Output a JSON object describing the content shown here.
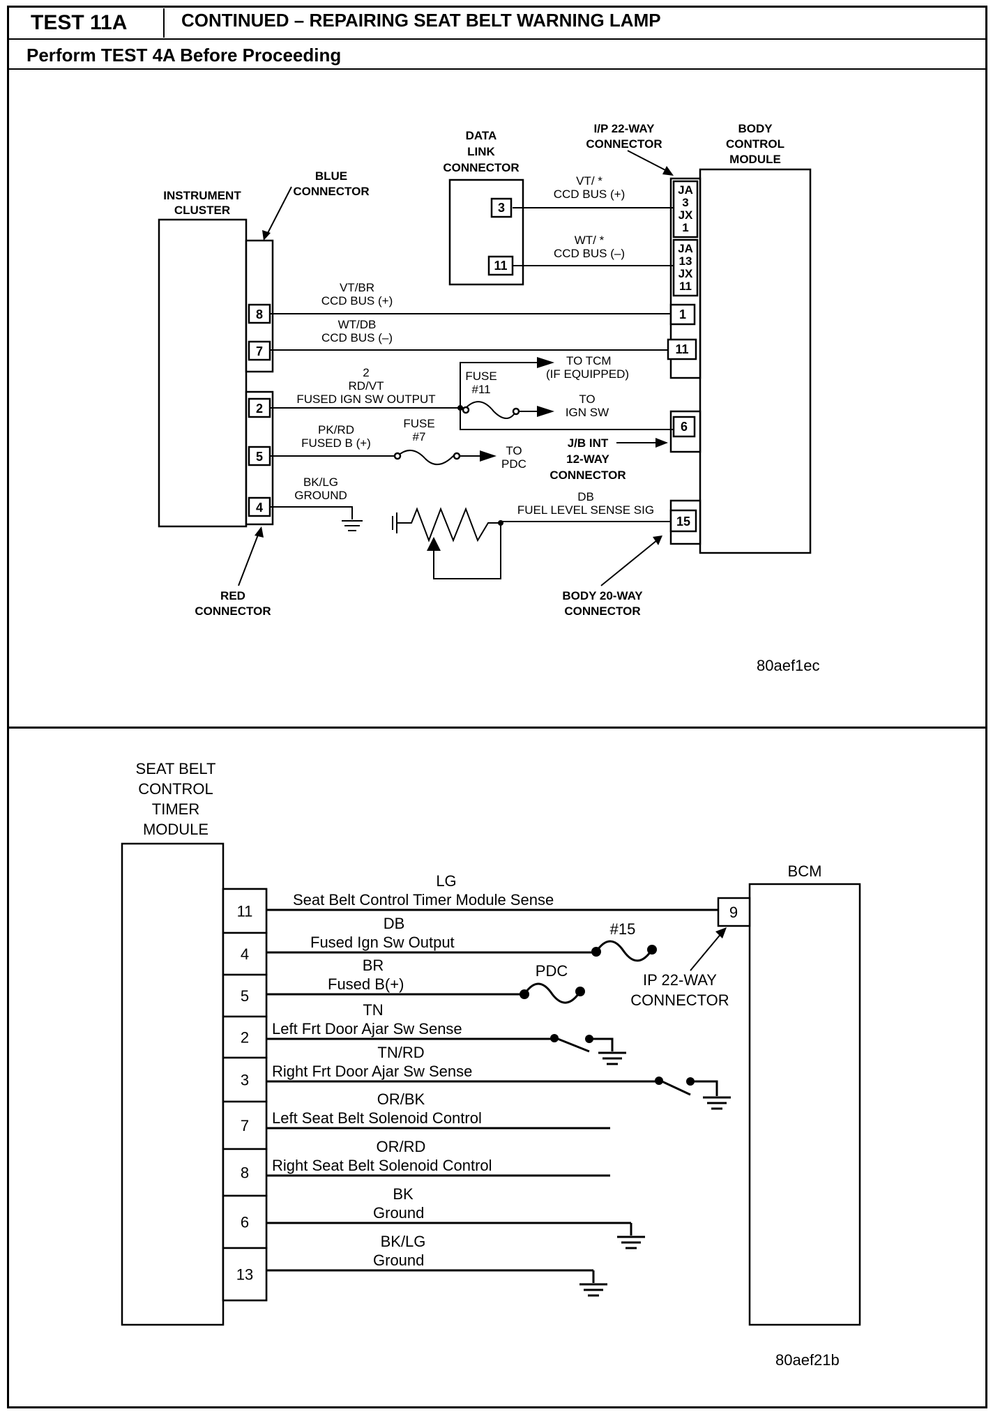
{
  "header": {
    "test_id": "TEST 11A",
    "title": "CONTINUED – REPAIRING SEAT BELT WARNING LAMP",
    "subheader": "Perform TEST 4A Before Proceeding"
  },
  "diagram1": {
    "code": "80aef1ec",
    "labels": {
      "instrument_cluster": [
        "INSTRUMENT",
        "CLUSTER"
      ],
      "blue_connector": [
        "BLUE",
        "CONNECTOR"
      ],
      "red_connector": [
        "RED",
        "CONNECTOR"
      ],
      "data_link_connector": [
        "DATA",
        "LINK",
        "CONNECTOR"
      ],
      "ip_connector": [
        "I/P 22-WAY",
        "CONNECTOR"
      ],
      "bcm": [
        "BODY",
        "CONTROL",
        "MODULE"
      ],
      "fuse11": [
        "FUSE",
        "#11"
      ],
      "fuse7": [
        "FUSE",
        "#7"
      ],
      "to_tcm": [
        "TO TCM",
        "(IF EQUIPPED)"
      ],
      "to_ign": [
        "TO",
        "IGN SW"
      ],
      "to_pdc": [
        "TO",
        "PDC"
      ],
      "jb_connector": [
        "J/B INT",
        "12-WAY",
        "CONNECTOR"
      ],
      "body_connector": [
        "BODY 20-WAY",
        "CONNECTOR"
      ]
    },
    "wires": {
      "dlc_pos": [
        "VT/ *",
        "CCD BUS (+)"
      ],
      "dlc_neg": [
        "WT/ *",
        "CCD BUS (–)"
      ],
      "ic_pos": [
        "VT/BR",
        "CCD BUS (+)"
      ],
      "ic_neg": [
        "WT/DB",
        "CCD BUS (–)"
      ],
      "ign": [
        "2",
        "RD/VT",
        "FUSED IGN SW OUTPUT"
      ],
      "fusedb": [
        "PK/RD",
        "FUSED B (+)"
      ],
      "ground": [
        "BK/LG",
        "GROUND"
      ],
      "fuel": [
        "DB",
        "FUEL LEVEL SENSE SIG"
      ]
    },
    "pins": {
      "ic": [
        "8",
        "7",
        "2",
        "5",
        "4"
      ],
      "dlc": [
        "3",
        "11"
      ],
      "ja1": [
        "JA",
        "3",
        "JX",
        "1"
      ],
      "ja2": [
        "JA",
        "13",
        "JX",
        "11"
      ],
      "bcm": [
        "1",
        "11",
        "6",
        "15"
      ]
    }
  },
  "diagram2": {
    "code": "80aef21b",
    "module_label": [
      "SEAT BELT",
      "CONTROL",
      "TIMER",
      "MODULE"
    ],
    "bcm_label": "BCM",
    "bcm_pin": "9",
    "ip_connector": [
      "IP 22-WAY",
      "CONNECTOR"
    ],
    "fuse15": "#15",
    "pdc": "PDC",
    "circuits": [
      {
        "pin": "11",
        "color": "LG",
        "desc": "Seat Belt Control Timer Module Sense"
      },
      {
        "pin": "4",
        "color": "DB",
        "desc": "Fused Ign Sw Output"
      },
      {
        "pin": "5",
        "color": "BR",
        "desc": "Fused B(+)"
      },
      {
        "pin": "2",
        "color": "TN",
        "desc": "Left Frt Door Ajar Sw Sense"
      },
      {
        "pin": "3",
        "color": "TN/RD",
        "desc": "Right Frt Door Ajar Sw Sense"
      },
      {
        "pin": "7",
        "color": "OR/BK",
        "desc": "Left Seat Belt Solenoid Control"
      },
      {
        "pin": "8",
        "color": "OR/RD",
        "desc": "Right Seat Belt Solenoid Control"
      },
      {
        "pin": "6",
        "color": "BK",
        "desc": "Ground"
      },
      {
        "pin": "13",
        "color": "BK/LG",
        "desc": "Ground"
      }
    ]
  }
}
